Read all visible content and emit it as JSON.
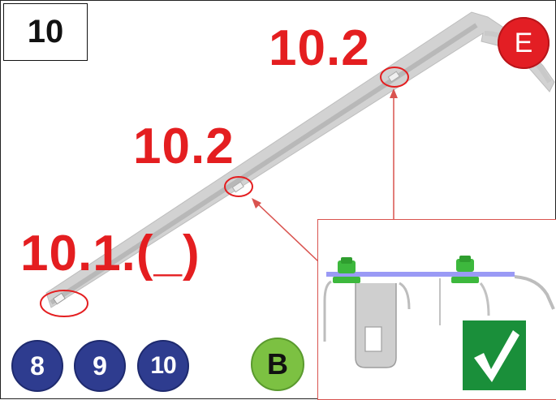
{
  "step": {
    "number": "10"
  },
  "callouts": {
    "top": "10.2",
    "middle": "10.2",
    "bottom": "10.1.(_)"
  },
  "badges": {
    "corner": "E",
    "sequence": [
      "8",
      "9",
      "10"
    ],
    "variant": "B"
  },
  "detail": {
    "status_icon": "checkmark-icon"
  },
  "colors": {
    "callout": "#e41e20",
    "sequence_badge": "#2e3c8f",
    "variant_badge": "#7cc142",
    "corner_badge": "#e31e24",
    "check_bg": "#1a8f3a",
    "clip": "#3db83d",
    "rail": "#8f8ff0",
    "part": "#c8c8c8"
  }
}
